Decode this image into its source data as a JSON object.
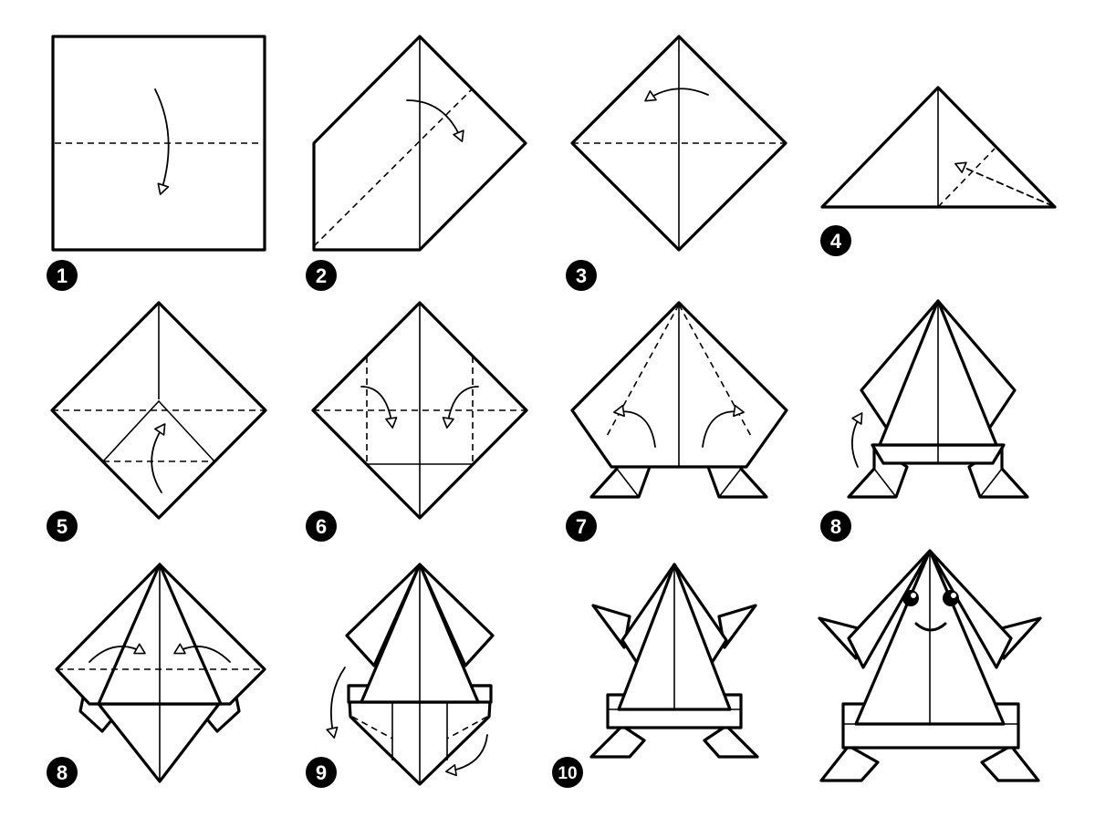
{
  "steps": [
    {
      "label": "1"
    },
    {
      "label": "2"
    },
    {
      "label": "3"
    },
    {
      "label": "4"
    },
    {
      "label": "5"
    },
    {
      "label": "6"
    },
    {
      "label": "7"
    },
    {
      "label": "8"
    },
    {
      "label": "8"
    },
    {
      "label": "9"
    },
    {
      "label": "10"
    }
  ],
  "colors": {
    "ink": "#000000",
    "paper": "#ffffff"
  }
}
